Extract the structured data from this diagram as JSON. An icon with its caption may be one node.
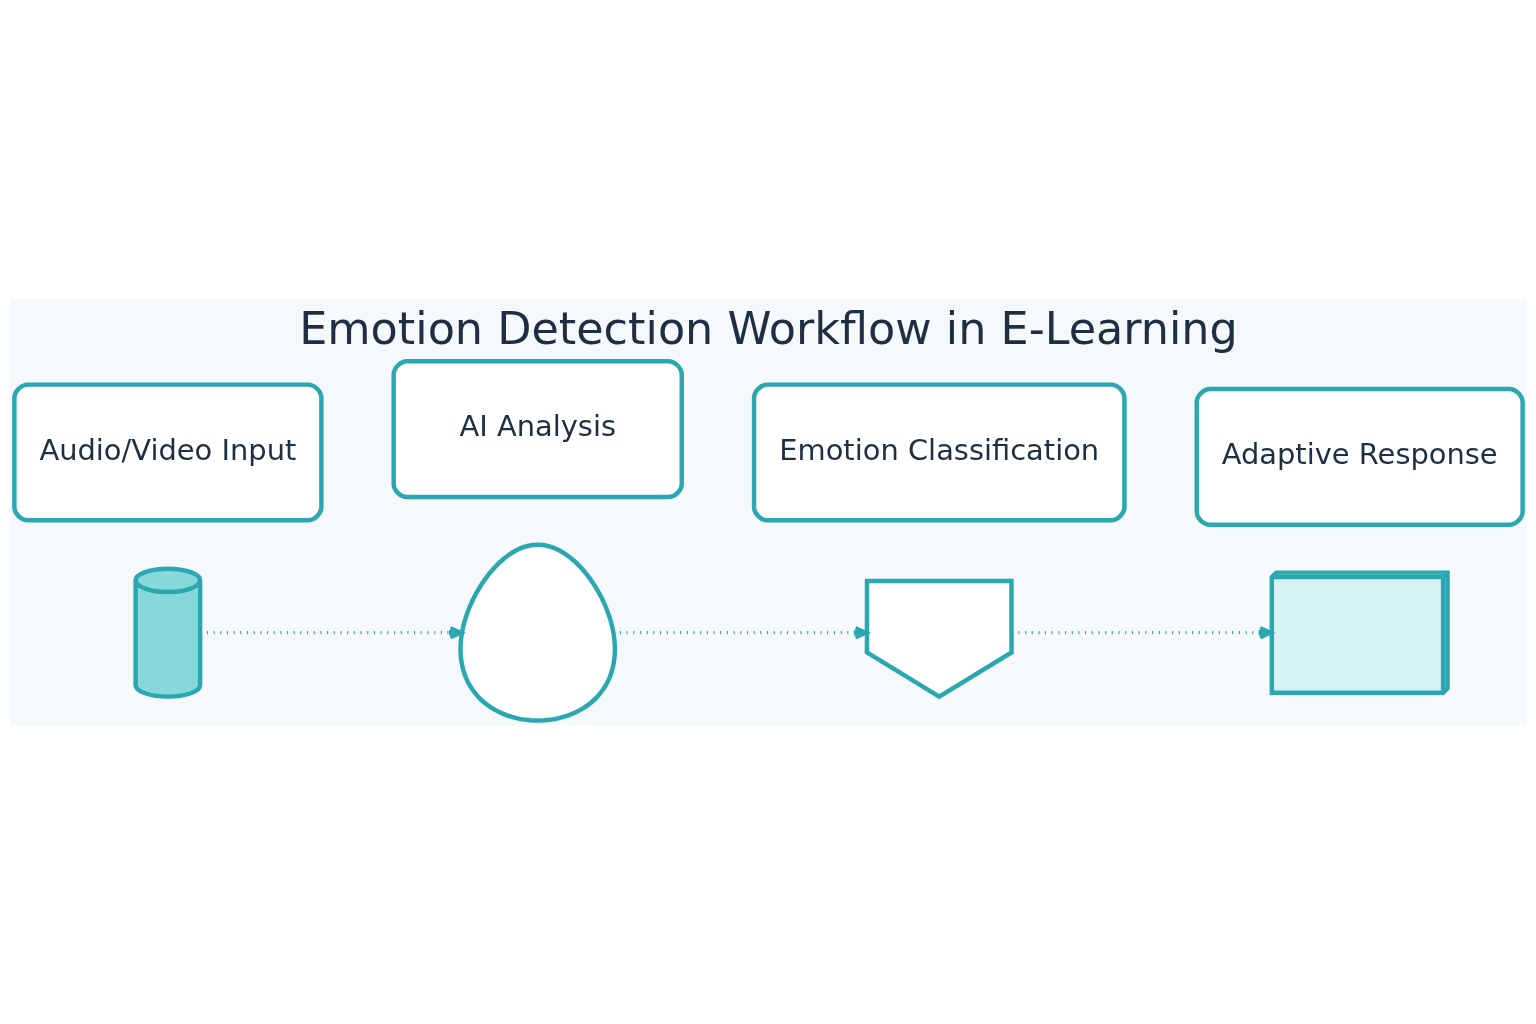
{
  "diagram": {
    "title": "Emotion Detection Workflow in E-Learning",
    "nodes": [
      {
        "text": [],
        "shape": "microphone"
      },
      {
        "text": [],
        "shape": "head"
      },
      {
        "text": [],
        "shape": "chart"
      },
      {
        "text": [],
        "shape": "laptop"
      },
      {
        "text": [
          "Audio/Video Input"
        ]
      },
      {
        "text": [
          "AI Analysis"
        ]
      },
      {
        "text": [
          "Emotion Classification"
        ]
      },
      {
        "text": [
          "Adaptive Response"
        ]
      }
    ],
    "edges": [
      {
        "from": 0,
        "to": 1,
        "arrow": "to",
        "style": "dashed"
      },
      {
        "from": 1,
        "to": 2,
        "arrow": "to",
        "style": "dashed"
      },
      {
        "from": 2,
        "to": 3,
        "arrow": "to",
        "style": "dashed"
      }
    ]
  }
}
